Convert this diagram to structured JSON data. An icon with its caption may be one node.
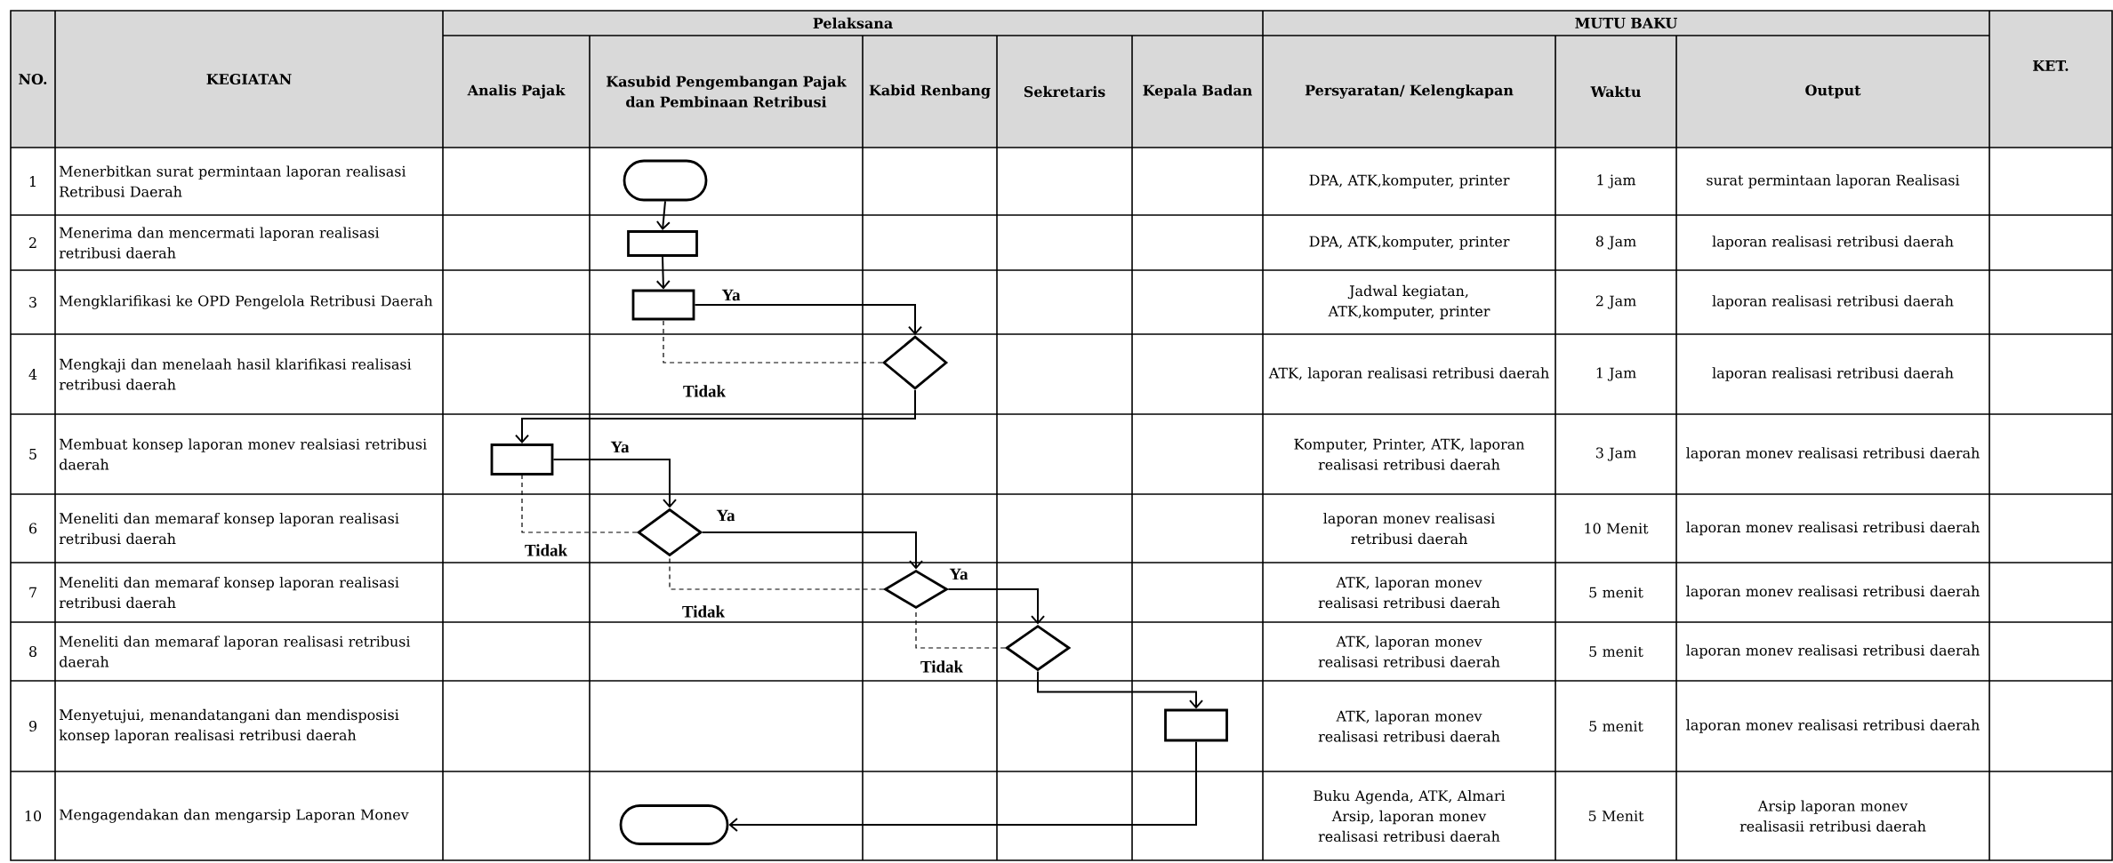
{
  "diagram": {
    "nodes": [
      {
        "text": [],
        "shape": "terminal"
      },
      {
        "text": [],
        "shape": "box"
      },
      {
        "text": [],
        "shape": "box"
      },
      {
        "text": [],
        "shape": "diamond"
      },
      {
        "text": [],
        "shape": "box"
      },
      {
        "text": [],
        "shape": "diamond"
      },
      {
        "text": [],
        "shape": "diamond"
      },
      {
        "text": [],
        "shape": "diamond"
      },
      {
        "text": [],
        "shape": "box"
      },
      {
        "text": [],
        "shape": "terminal"
      }
    ],
    "edges": [
      {
        "from": 0,
        "to": 1,
        "arrow": "to"
      },
      {
        "from": 1,
        "to": 2,
        "arrow": "to"
      },
      {
        "from": 2,
        "to": 3,
        "arrow": "to",
        "label": "Ya"
      },
      {
        "from": 3,
        "to": 2,
        "arrow": "none",
        "label": "Tidak",
        "style": "dashed"
      },
      {
        "from": 3,
        "to": 4,
        "arrow": "to"
      },
      {
        "from": 4,
        "to": 5,
        "arrow": "to",
        "label": "Ya"
      },
      {
        "from": 5,
        "to": 4,
        "arrow": "none",
        "label": "Tidak",
        "style": "dashed"
      },
      {
        "from": 5,
        "to": 6,
        "arrow": "to",
        "label": "Ya"
      },
      {
        "from": 6,
        "to": 5,
        "arrow": "none",
        "label": "Tidak",
        "style": "dashed"
      },
      {
        "from": 6,
        "to": 7,
        "arrow": "to",
        "label": "Ya"
      },
      {
        "from": 7,
        "to": 6,
        "arrow": "none",
        "label": "Tidak",
        "style": "dashed"
      },
      {
        "from": 7,
        "to": 8,
        "arrow": "to"
      },
      {
        "from": 8,
        "to": 9,
        "arrow": "to"
      }
    ],
    "labels": [
      "NO.",
      "KEGIATAN",
      "Pelaksana",
      "MUTU BAKU",
      "KET.",
      "Analis Pajak",
      "Kasubid Pengembangan Pajak dan Pembinaan Retribusi",
      "Kabid Renbang",
      "Sekretaris",
      "Kepala Badan",
      "Persyaratan/ Kelengkapan",
      "Waktu",
      "Output",
      "1",
      "Menerbitkan surat permintaan laporan realisasi Retribusi Daerah",
      "DPA, ATK,komputer, printer",
      "1 jam",
      "surat permintaan laporan Realisasi",
      "2",
      "Menerima dan mencermati laporan realisasi retribusi daerah",
      "DPA, ATK,komputer, printer",
      "8 Jam",
      "laporan realisasi retribusi daerah",
      "3",
      "Mengklarifikasi ke OPD Pengelola Retribusi Daerah",
      "Jadwal kegiatan, ATK,komputer, printer",
      "2 Jam",
      "laporan realisasi retribusi daerah",
      "4",
      "Mengkaji dan menelaah hasil klarifikasi realisasi retribusi daerah",
      "ATK, laporan realisasi retribusi daerah",
      "1 Jam",
      "laporan realisasi retribusi daerah",
      "5",
      "Membuat konsep laporan monev realsiasi retribusi daerah",
      "Komputer, Printer, ATK, laporan realisasi retribusi daerah",
      "3 Jam",
      "laporan monev realisasi retribusi daerah",
      "6",
      "Meneliti dan memaraf konsep laporan realisasi retribusi daerah",
      "laporan monev realisasi retribusi daerah",
      "10 Menit",
      "laporan monev realisasi retribusi daerah",
      "7",
      "Meneliti dan memaraf konsep laporan realisasi retribusi daerah",
      "ATK, laporan monev realisasi retribusi daerah",
      "5 menit",
      "laporan monev realisasi retribusi daerah",
      "8",
      "Meneliti dan memaraf laporan realisasi retribusi daerah",
      "ATK, laporan monev realisasi retribusi daerah",
      "5 menit",
      "laporan monev realisasi retribusi daerah",
      "9",
      "Menyetujui, menandatangani dan mendisposisi konsep laporan realisasi retribusi daerah",
      "ATK, laporan monev realisasi retribusi daerah",
      "5 menit",
      "laporan monev realisasi retribusi daerah",
      "10",
      "Mengagendakan dan mengarsip Laporan Monev",
      "Buku Agenda, ATK, Almari Arsip, laporan monev realisasi retribusi daerah",
      "5 Menit",
      "Arsip laporan monev realisasii retribusi daerah"
    ]
  }
}
